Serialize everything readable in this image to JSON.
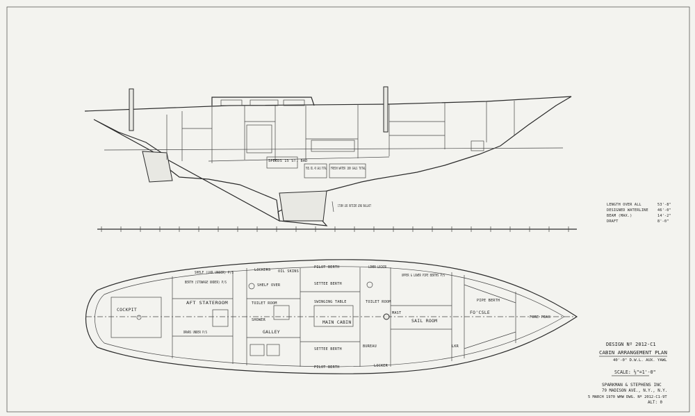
{
  "profile_labels": {
    "tanks_aft": "SPEEDS 15 ST. BAD",
    "fuel_oil": "FUEL OIL 45 GALS TOTAL",
    "fresh_water": "FRESH WATER 180 GALS TOTAL",
    "ballast": "17300 LBS OUTSIDE LEAD BALLAST"
  },
  "dimensions": [
    {
      "label": "LENGTH OVER ALL",
      "value": "53'-8\""
    },
    {
      "label": "DESIGNED WATERLINE",
      "value": "46'-0\""
    },
    {
      "label": "BEAM (MAX.)",
      "value": "14'-2\""
    },
    {
      "label": "DRAFT",
      "value": "8'-0\""
    }
  ],
  "plan_labels": {
    "shelf_locker": "SHELF (LKR UNDER) P/S",
    "lockers": "LOCKERS",
    "oil_skins": "OIL SKINS",
    "pilot_berth_top": "PILOT BERTH",
    "liner_locker": "LINER LOCKER",
    "berth_stowage": "BERTH (STOWAGE UNDER) P/S",
    "shelf_over": "SHELF OVER",
    "settee_berth_top": "SETTEE BERTH",
    "upper_lower": "UPPER & LOWER PIPE BERTHS P/S",
    "aft_stateroom": "AFT STATEROOM",
    "toilet_room_aft": "TOILET ROOM",
    "swinging_table": "SWINGING TABLE",
    "toilet_room_fwd": "TOILET ROOM",
    "pipe_berth": "PIPE BERTH",
    "cockpit": "COCKPIT",
    "shower": "SHOWER",
    "main_cabin": "MAIN CABIN",
    "mast": "MAST",
    "sail_room": "SAIL ROOM",
    "focsle": "FO'CSLE",
    "fore_peak": "FORE PEAK",
    "drwrs_under": "DRWRS UNDER P/S",
    "galley": "GALLEY",
    "settee_berth_bottom": "SETTEE BERTH",
    "pilot_berth_bottom": "PILOT BERTH",
    "bureau": "BUREAU",
    "locker": "LOCKER",
    "lkr": "LKR"
  },
  "title_block": {
    "design": "DESIGN Nº 2012-C1",
    "title": "CABIN ARRANGEMENT PLAN",
    "subtitle": "40'-0\" D.W.L. AUX. YAWL",
    "scale": "SCALE: ½\"=1'-0\"",
    "firm": "SPARKMAN & STEPHENS INC",
    "address": "79 MADISON AVE., N.Y., N.Y.",
    "dwg_line": "5 MARCH 1970  WHW   DWG. Nº 2012-C1-9T",
    "alt": "ALT: 0"
  },
  "colors": {
    "paper": "#f3f3ef",
    "ink": "#2a2a2a"
  }
}
